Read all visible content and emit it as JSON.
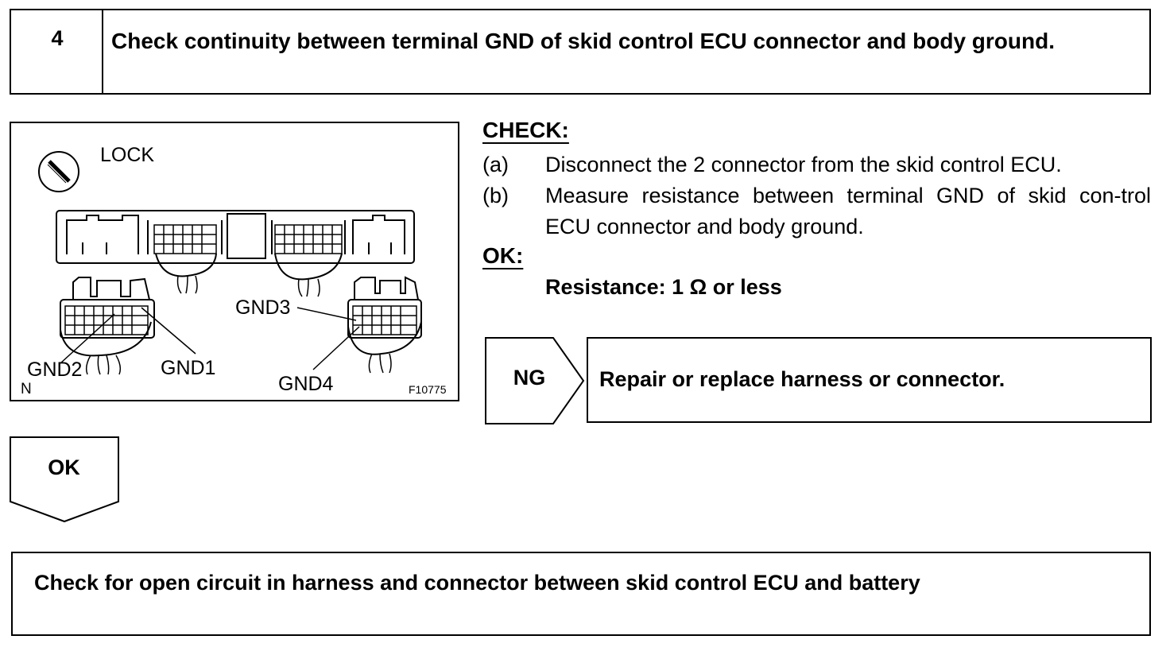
{
  "step": {
    "number": "4",
    "title": "Check continuity between terminal GND of skid control ECU connector and body ground."
  },
  "figure": {
    "lock_label": "LOCK",
    "labels": {
      "gnd1": "GND1",
      "gnd2": "GND2",
      "gnd3": "GND3",
      "gnd4": "GND4",
      "corner": "N",
      "figure_id": "F10775"
    }
  },
  "check": {
    "heading": "CHECK:",
    "steps": [
      {
        "letter": "(a)",
        "text": "Disconnect the 2 connector from the skid control ECU."
      },
      {
        "letter": "(b)",
        "text": "Measure resistance between terminal GND of skid con-trol ECU connector and body ground."
      }
    ]
  },
  "ok": {
    "heading": "OK:",
    "spec": "Resistance: 1 Ω or less"
  },
  "ng_result": {
    "label": "NG",
    "action": "Repair or replace harness or connector."
  },
  "ok_result": {
    "label": "OK"
  },
  "next_step": {
    "text": "Check for open circuit in harness and connector between skid control ECU and battery"
  }
}
